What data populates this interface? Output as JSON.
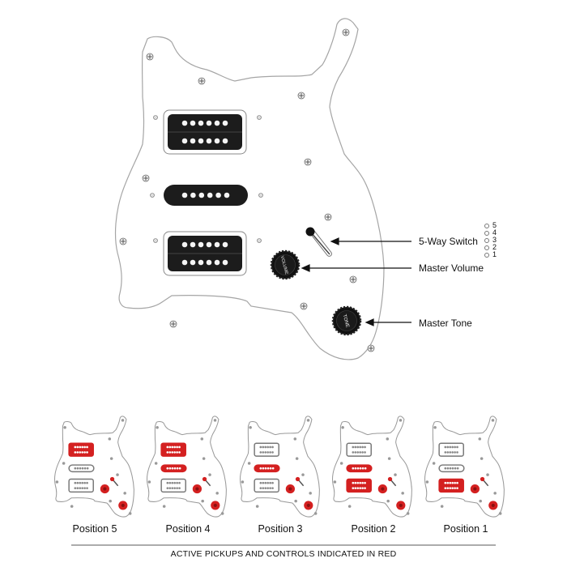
{
  "callouts": {
    "switch": "5-Way Switch",
    "volume": "Master Volume",
    "tone": "Master Tone"
  },
  "knobs": {
    "volume_text": "VOLUME",
    "tone_text": "TONE"
  },
  "switch_positions": [
    "5",
    "4",
    "3",
    "2",
    "1"
  ],
  "positions": [
    {
      "label": "Position 5",
      "active_pickups": [
        "neck"
      ]
    },
    {
      "label": "Position 4",
      "active_pickups": [
        "neck",
        "middle"
      ]
    },
    {
      "label": "Position 3",
      "active_pickups": [
        "middle"
      ]
    },
    {
      "label": "Position 2",
      "active_pickups": [
        "middle",
        "bridge"
      ]
    },
    {
      "label": "Position 1",
      "active_pickups": [
        "bridge"
      ]
    }
  ],
  "legend": "ACTIVE PICKUPS AND CONTROLS INDICATED IN RED",
  "colors": {
    "active": "#d42020",
    "pickup": "#1a1a1a",
    "guard": "#ffffff",
    "outline": "#a8a8a8"
  }
}
